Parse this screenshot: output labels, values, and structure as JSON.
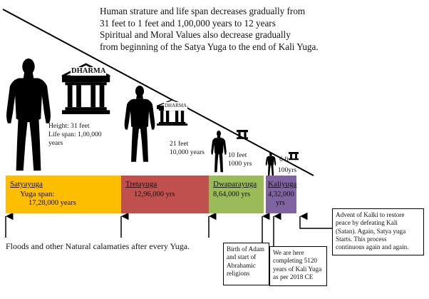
{
  "intro": {
    "line1": "Human strature and life span decreases gradually from",
    "line2": "31 feet to 1 feet and 1,00,000 years to 12 years",
    "line3": "Spiritual and Moral Values also decrease gradually",
    "line4": "from beginning of the Satya Yuga to the end of Kali Yuga."
  },
  "figures": [
    {
      "height": "Height: 31 feet",
      "life": "Life span: 1,00,000",
      "life2": "years",
      "temple": "DHARMA"
    },
    {
      "height": "21 feet",
      "life": "10,000 years",
      "temple": "DHARMA"
    },
    {
      "height": "10 feet",
      "life": "1000 yrs"
    },
    {
      "height": "6 ft",
      "life": "100yrs"
    }
  ],
  "yugas": [
    {
      "name": "Satyayuga",
      "span_label": "Yuga span:",
      "span": "17,28,000 years",
      "color": "#FDBE00"
    },
    {
      "name": "Tretayuga",
      "span": "12,96,000 yrs",
      "color": "#C0504D"
    },
    {
      "name": "Dwaparayuga",
      "span": "8,64,000 yrs",
      "color": "#9BBB59"
    },
    {
      "name": "Kaliyuga",
      "span": "4,32,000",
      "span2": "yrs",
      "color": "#8064A2"
    }
  ],
  "floods": "Floods and other Natural calamaties after every Yuga.",
  "notes": {
    "adam": [
      "Birth of Adam",
      "and start of",
      "Abrahamic",
      "religions"
    ],
    "here": [
      "We are here",
      "completing 5120",
      "years of Kali Yuga",
      "as per 2018 CE"
    ],
    "kalki": [
      "Advent of Kalki to restore",
      "peace by defeating Kali",
      "(Satan). Again, Satya yuga",
      "Starts. This process",
      "continuous again and again."
    ]
  }
}
